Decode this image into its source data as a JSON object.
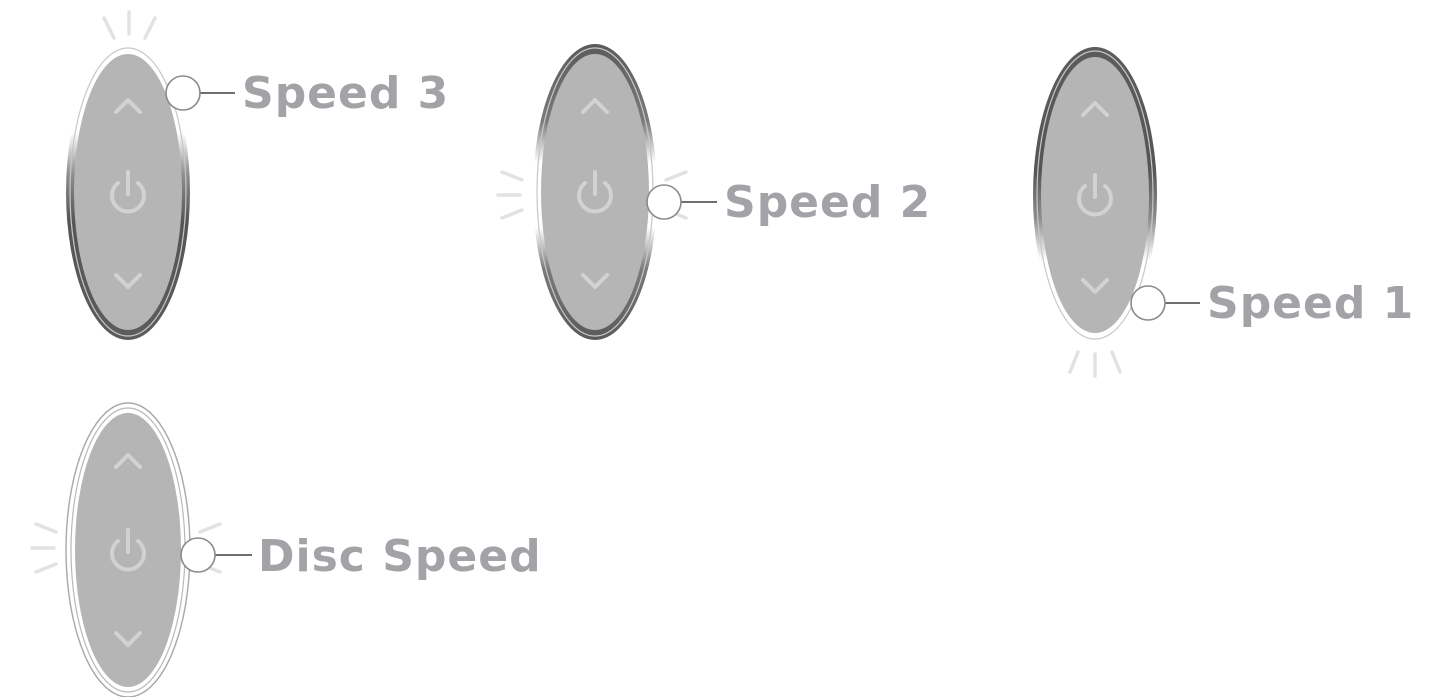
{
  "diagram": {
    "controls": [
      {
        "id": "speed-3",
        "label": "Speed 3",
        "lit_segment": "top"
      },
      {
        "id": "speed-2",
        "label": "Speed 2",
        "lit_segment": "middle"
      },
      {
        "id": "speed-1",
        "label": "Speed 1",
        "lit_segment": "bottom"
      },
      {
        "id": "disc-speed",
        "label": "Disc Speed",
        "lit_segment": "all"
      }
    ],
    "icons": {
      "up": "chevron-up-icon",
      "power": "power-icon",
      "down": "chevron-down-icon"
    },
    "colors": {
      "panel": "#b5b5b5",
      "ring_dark": "#5f5f5f",
      "ring_lit": "#ffffff",
      "glyph": "#d2d2d2",
      "label": "#a3a3a7",
      "glow": "#e2e2e2"
    }
  }
}
